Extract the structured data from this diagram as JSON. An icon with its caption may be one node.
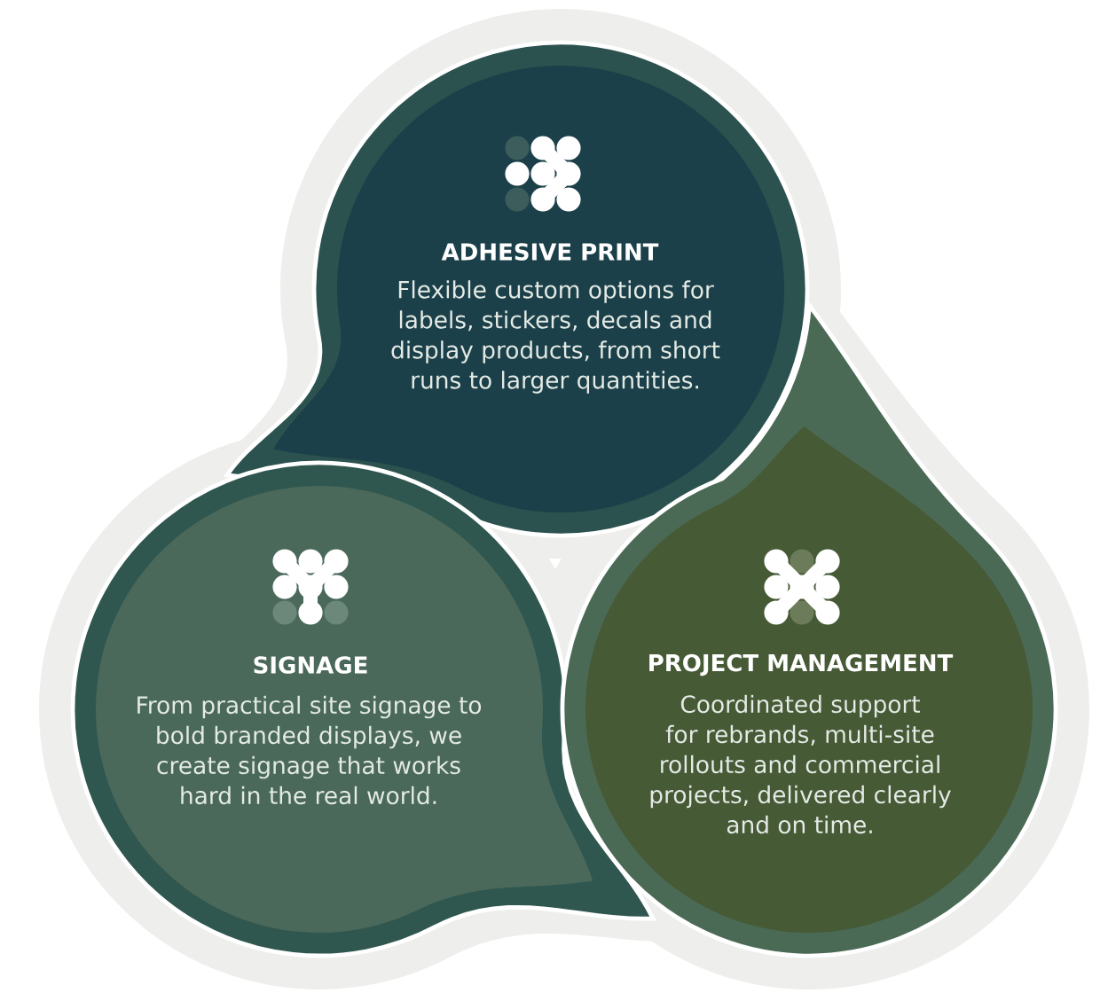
{
  "diagram": {
    "nodes": [
      {
        "text": [
          "ADHESIVE PRINT",
          "Flexible custom options for labels, stickers, decals and display products, from short runs to larger quantities."
        ]
      },
      {
        "text": [
          "SIGNAGE",
          "From practical site signage to bold branded displays, we create signage that works hard in the real world."
        ]
      },
      {
        "text": [
          "PROJECT MANAGEMENT",
          "Coordinated support for rebrands, multi-site rollouts and commercial projects, delivered clearly and on time."
        ]
      }
    ]
  }
}
